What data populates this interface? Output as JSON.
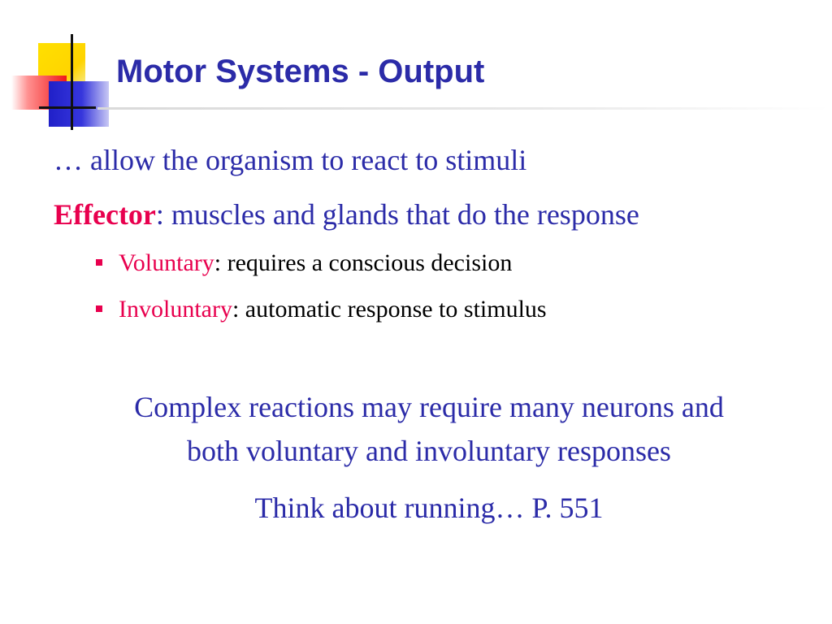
{
  "title": "Motor Systems - Output",
  "lines": {
    "intro": "… allow the organism to react to stimuli",
    "effector_term": "Effector",
    "effector_rest": ": muscles and glands that do the response"
  },
  "bullets": [
    {
      "term": "Voluntary",
      "rest": ": requires a conscious decision"
    },
    {
      "term": "Involuntary",
      "rest": ": automatic response to stimulus"
    }
  ],
  "closing": {
    "line1": "Complex reactions may require many neurons and",
    "line2": "both voluntary and involuntary responses",
    "line3": "Think about running… P. 551"
  },
  "colors": {
    "title": "#2b2ba8",
    "accent": "#e8004e",
    "body": "#2b2ba8"
  },
  "icons": {
    "bullet": "square-bullet-icon",
    "logo": "overlapping-squares-logo"
  }
}
